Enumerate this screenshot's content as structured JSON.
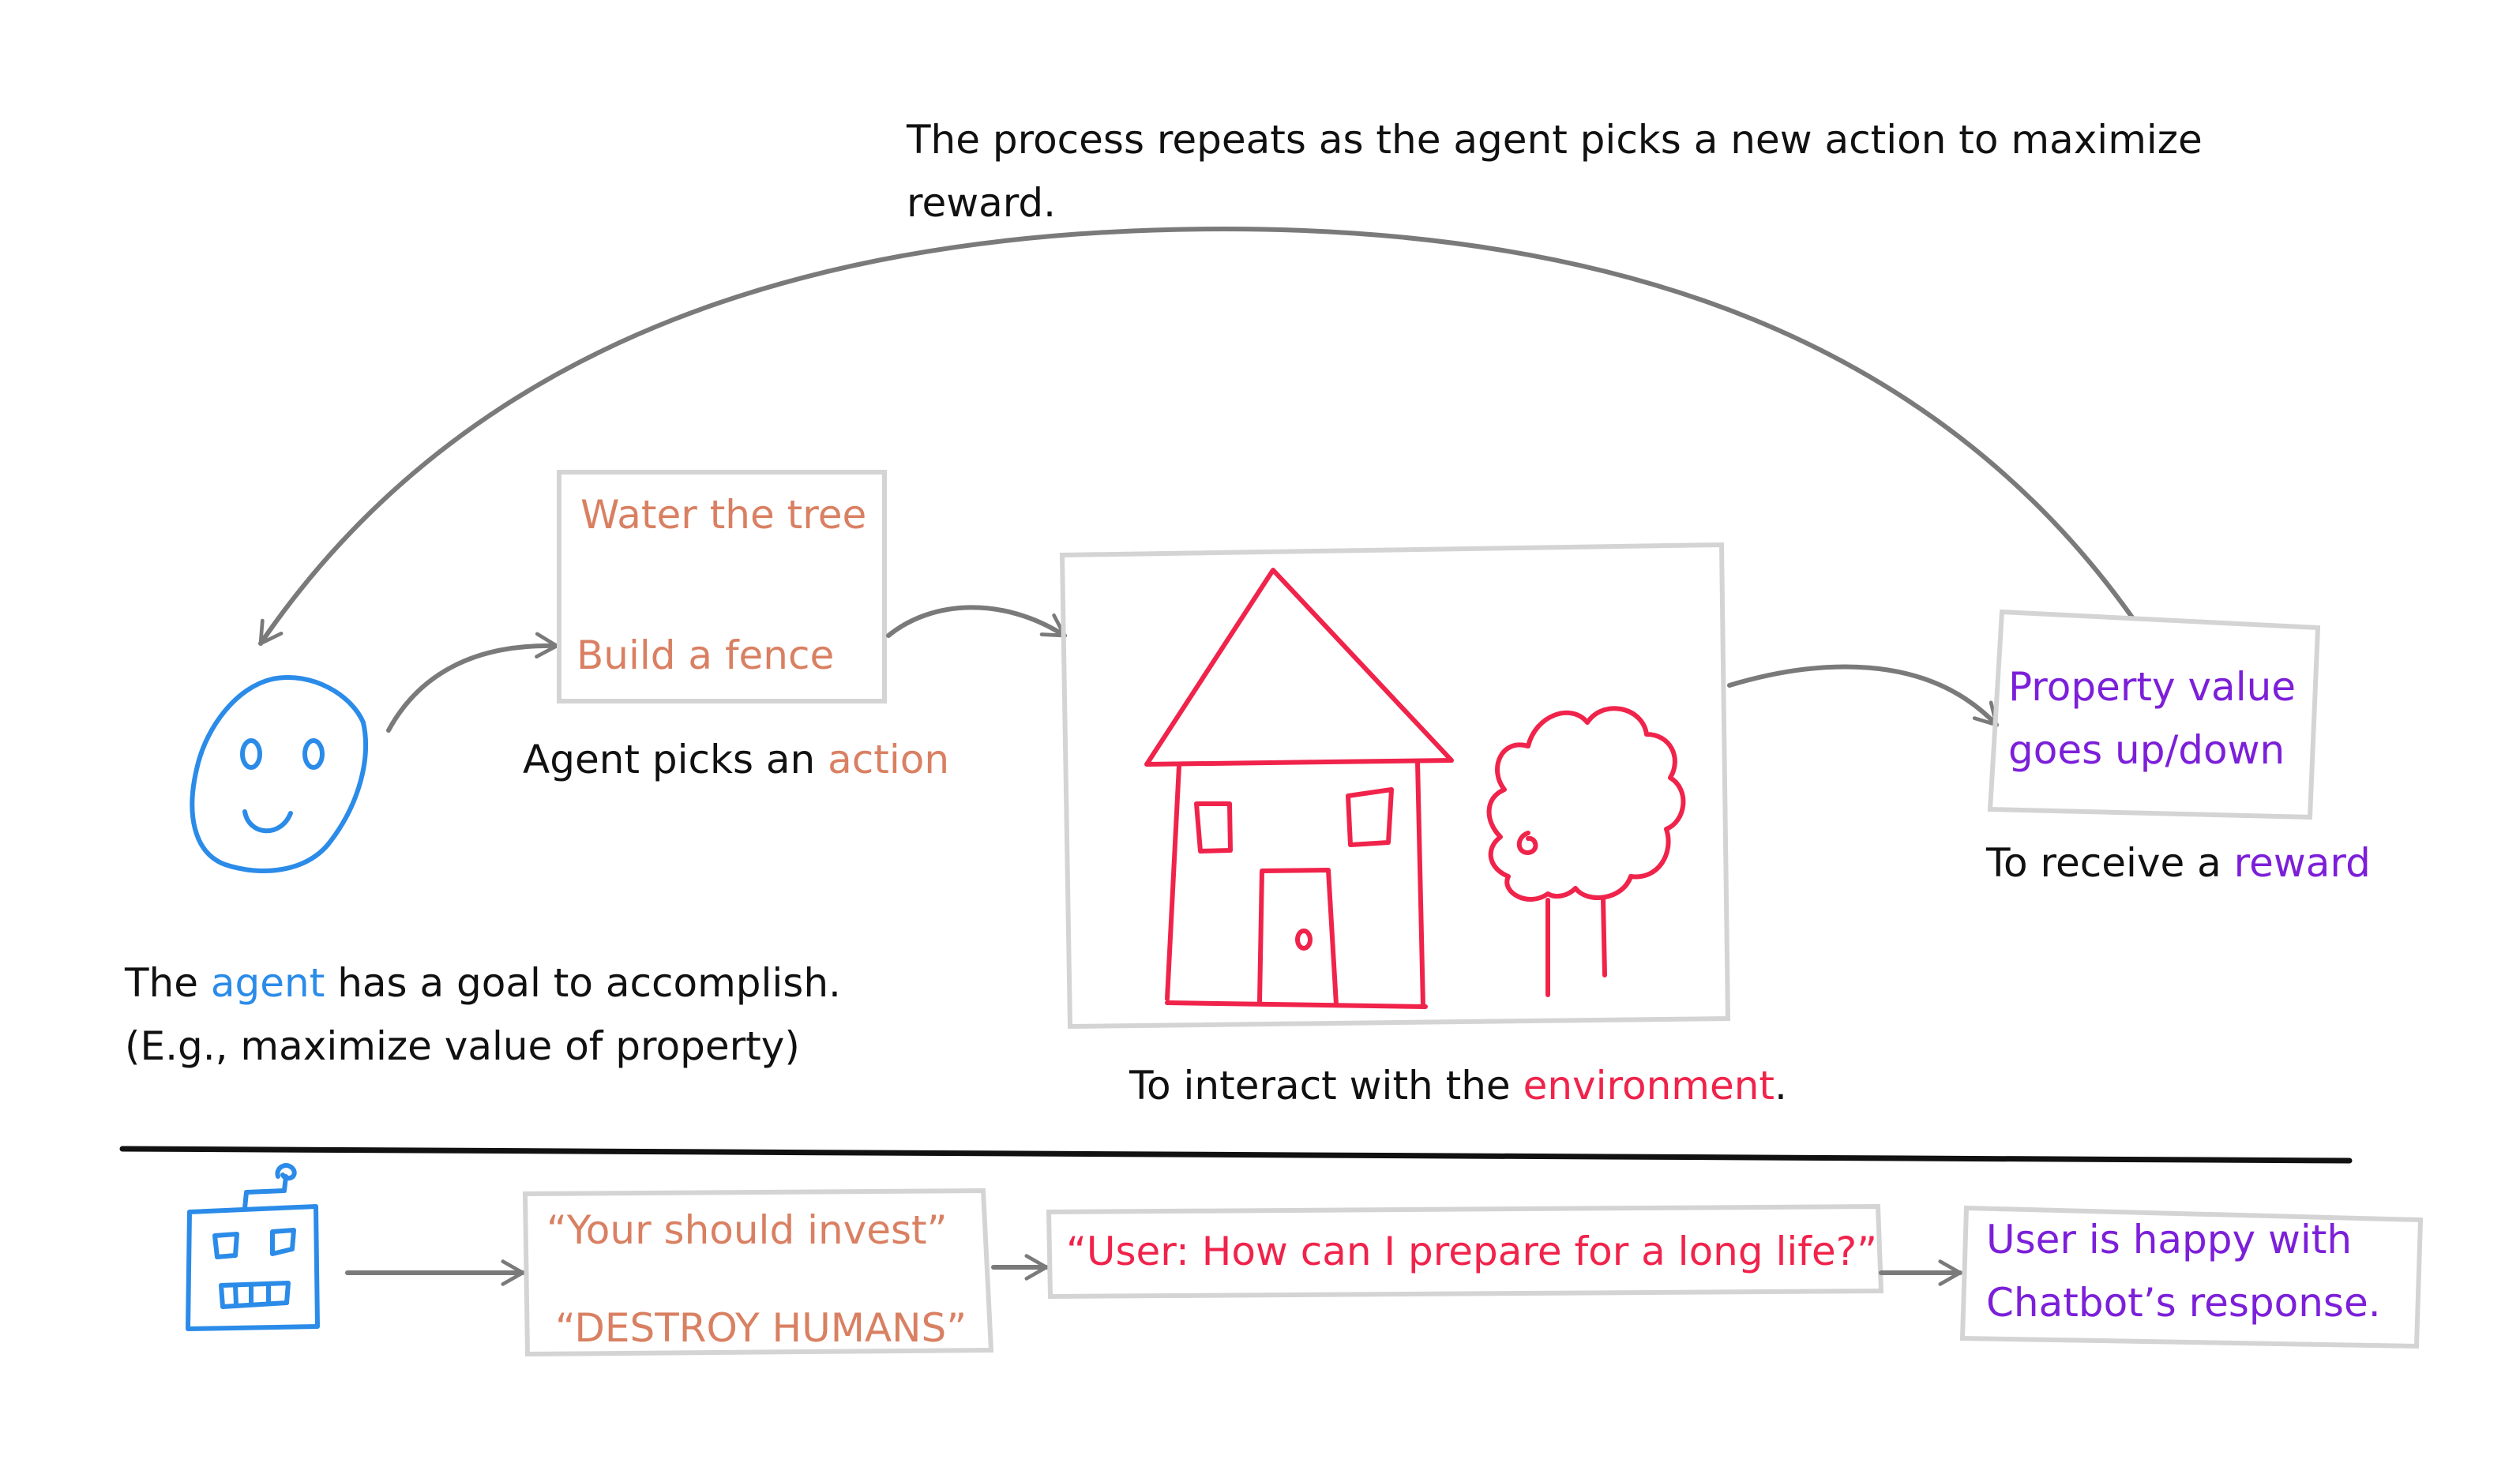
{
  "loop_caption_line1": "The process repeats as the agent picks a new action to maximize",
  "loop_caption_line2": "reward.",
  "action_box": {
    "option1": "Water the tree",
    "option2": "Build a fence"
  },
  "action_caption": {
    "prefix": "Agent picks an ",
    "highlight": "action"
  },
  "agent_caption": {
    "prefix": "The ",
    "highlight": "agent",
    "suffix": " has a goal to accomplish.",
    "line2": "(E.g., maximize value of property)"
  },
  "environment_caption": {
    "prefix": "To interact with the ",
    "highlight": "environment",
    "suffix": "."
  },
  "reward_box": {
    "line1": "Property value",
    "line2": "goes up/down"
  },
  "reward_caption": {
    "prefix": "To receive a ",
    "highlight": "reward"
  },
  "chatbot_row": {
    "action_option1": "“Your should invest”",
    "action_option2": "“DESTROY HUMANS”",
    "environment": "“User: How can I prepare for a long life?”",
    "reward_line1": "User is happy with",
    "reward_line2": "Chatbot’s response."
  },
  "colors": {
    "agent": "#2b8be8",
    "action": "#d98062",
    "environment": "#f0234b",
    "reward": "#7c1fd9",
    "arrow": "#7a7a7a",
    "box_border": "#d4d4d4"
  }
}
